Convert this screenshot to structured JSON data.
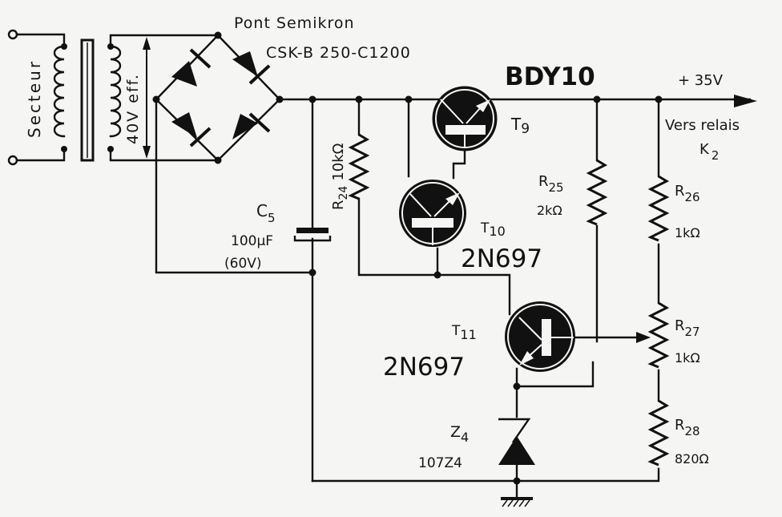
{
  "title": "Alimentation stabilisée +35V",
  "mains": {
    "label": "Secteur"
  },
  "transformer": {
    "secondary_label": "40V eff."
  },
  "bridge": {
    "line1": "Pont Semikron",
    "line2": "CSK-B 250-C1200"
  },
  "output": {
    "voltage": "+ 35V",
    "dest_line1": "Vers relais",
    "dest_name": "K",
    "dest_sub": "2"
  },
  "capacitor": {
    "name": "C",
    "sub": "5",
    "value": "100µF",
    "rating": "(60V)"
  },
  "transistors": [
    {
      "id": "T9",
      "name": "T",
      "sub": "9",
      "type": "BDY10"
    },
    {
      "id": "T10",
      "name": "T",
      "sub": "10",
      "type": "2N697"
    },
    {
      "id": "T11",
      "name": "T",
      "sub": "11",
      "type": "2N697"
    }
  ],
  "resistors": [
    {
      "id": "R24",
      "name": "R",
      "sub": "24",
      "value": "10kΩ"
    },
    {
      "id": "R25",
      "name": "R",
      "sub": "25",
      "value": "2kΩ"
    },
    {
      "id": "R26",
      "name": "R",
      "sub": "26",
      "value": "1kΩ"
    },
    {
      "id": "R27",
      "name": "R",
      "sub": "27",
      "value": "1kΩ"
    },
    {
      "id": "R28",
      "name": "R",
      "sub": "28",
      "value": "820Ω"
    }
  ],
  "zener": {
    "name": "Z",
    "sub": "4",
    "part": "107Z4"
  },
  "colors": {
    "ink": "#111111",
    "paper": "#f5f5f3"
  }
}
